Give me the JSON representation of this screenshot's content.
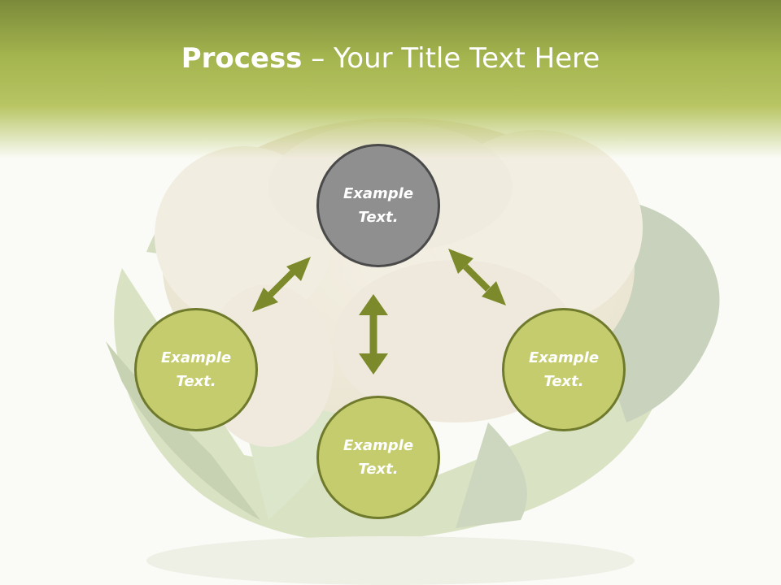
{
  "title": {
    "bold": "Process",
    "rest": " – Your Title Text Here"
  },
  "nodes": {
    "top": "Example Text.",
    "left": "Example Text.",
    "right": "Example Text.",
    "bottom": "Example Text."
  },
  "colors": {
    "header_dark": "#7a8a3a",
    "header_light": "#b8c563",
    "node_green": "#c4cc6e",
    "node_gray": "#8f8f8f",
    "arrow": "#7d8a2b"
  }
}
